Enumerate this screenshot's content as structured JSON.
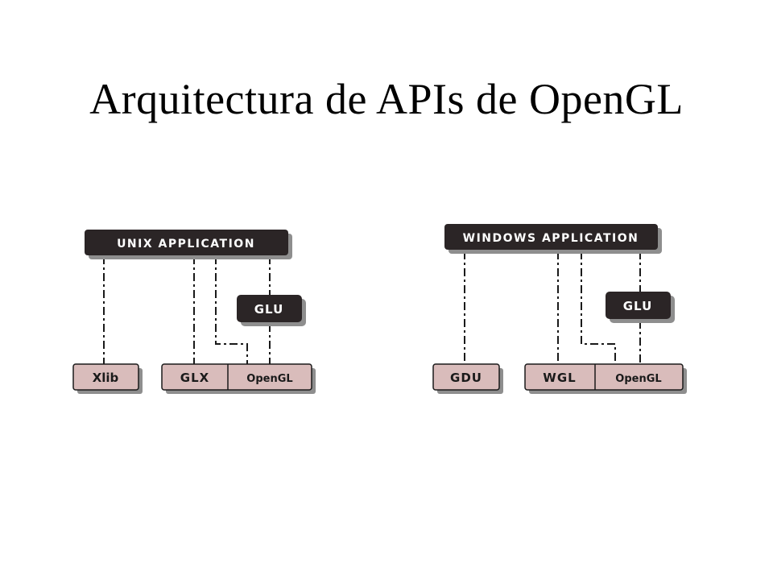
{
  "title": "Arquitectura de APIs de OpenGL",
  "colors": {
    "dark_box": "#2b2526",
    "light_box": "#d9bcbb",
    "shadow": "#8e8e8e",
    "line": "#1a1a1a",
    "dark_text": "#ffffff",
    "light_text": "#1a1a1a"
  },
  "unix": {
    "app": "UNIX APPLICATION",
    "glu": "GLU",
    "lib": "Xlib",
    "binding": "GLX",
    "opengl": "OpenGL"
  },
  "windows": {
    "app": "WINDOWS APPLICATION",
    "glu": "GLU",
    "lib": "GDU",
    "binding": "WGL",
    "opengl": "OpenGL"
  }
}
